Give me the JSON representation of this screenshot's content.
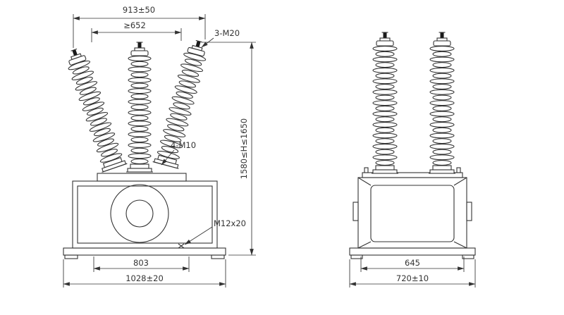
{
  "drawing": {
    "background": "#ffffff",
    "line_color": "#333333",
    "labels": {
      "top_width": "913±50",
      "min_spacing": "≥652",
      "terminal_bolts": "3-M20",
      "flange_bolts": "4-M10",
      "height_range": "1580≤H≤1650",
      "base_bolt": "M12x20",
      "front_mount_width": "803",
      "front_base_width": "1028±20",
      "side_mount_width": "645",
      "side_base_width": "720±10"
    }
  }
}
